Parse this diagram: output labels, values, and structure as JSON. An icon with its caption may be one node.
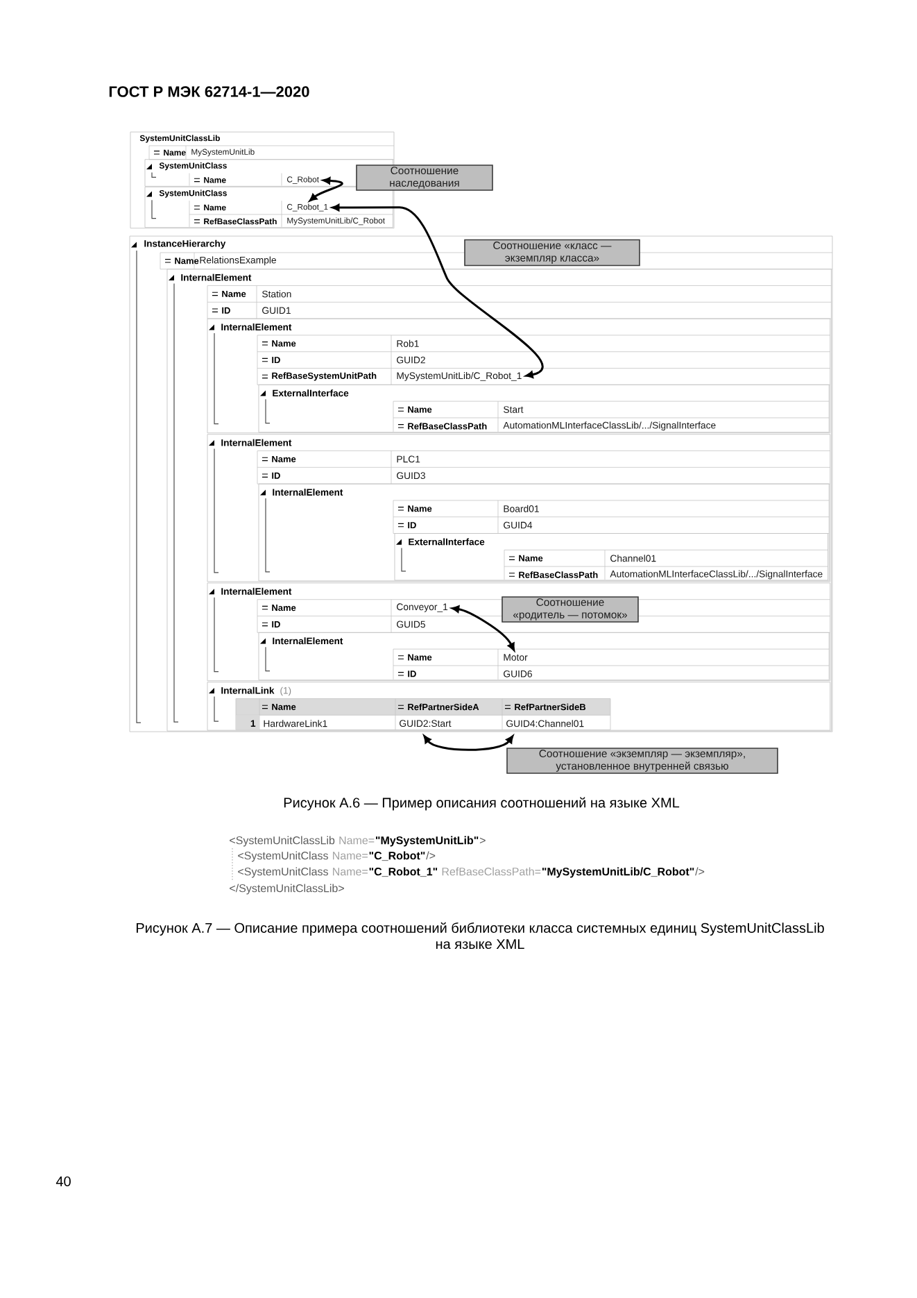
{
  "diagram": {
    "caption": "Рисунок А.6 — Пример описания соотношений на языке XML",
    "nodes": [
      {
        "text": [
          "SystemUnitClassLib"
        ]
      },
      {
        "text": [
          "SystemUnitClass"
        ],
        "in": 0
      },
      {
        "text": [
          "C_Robot"
        ],
        "in": 1
      },
      {
        "text": [
          "SystemUnitClass"
        ],
        "in": 0
      },
      {
        "text": [
          "C_Robot_1"
        ],
        "in": 3
      },
      {
        "text": [
          "Соотношение наследования"
        ]
      },
      {
        "text": [
          "InstanceHierarchy"
        ]
      },
      {
        "text": [
          "Соотношение «класс — экземпляр класса»"
        ],
        "in": 6
      },
      {
        "text": [
          "InternalElement"
        ],
        "in": 6
      },
      {
        "text": [
          "InternalElement"
        ],
        "in": 8
      },
      {
        "text": [
          "MySystemUnitLib/C_Robot_1"
        ],
        "in": 9
      },
      {
        "text": [
          "ExternalInterface"
        ],
        "in": 9
      },
      {
        "text": [
          "InternalElement"
        ],
        "in": 8
      },
      {
        "text": [
          "InternalElement"
        ],
        "in": 12
      },
      {
        "text": [
          "ExternalInterface"
        ],
        "in": 13
      },
      {
        "text": [
          "InternalElement"
        ],
        "in": 8
      },
      {
        "text": [
          "Conveyor_1"
        ],
        "in": 15
      },
      {
        "text": [
          "Соотношение «родитель — потомок»"
        ],
        "in": 15
      },
      {
        "text": [
          "InternalElement"
        ],
        "in": 15
      },
      {
        "text": [
          "Motor"
        ],
        "in": 18
      },
      {
        "text": [
          "InternalLink",
          "(1)"
        ],
        "in": 8
      },
      {
        "text": [
          "GUID2:Start"
        ],
        "in": 20
      },
      {
        "text": [
          "GUID4:Channel01"
        ],
        "in": 20
      },
      {
        "text": [
          "Соотношение «экземпляр — экземпляр», установленное внутренней связью"
        ]
      }
    ],
    "edges": [
      {
        "from": 2,
        "to": 4,
        "arrow": "both"
      },
      {
        "from": 4,
        "to": 10,
        "arrow": "both"
      },
      {
        "from": 16,
        "to": 19,
        "arrow": "both"
      },
      {
        "from": 21,
        "to": 22,
        "arrow": "both"
      }
    ],
    "labels": [
      "ГОСТ Р МЭК 62714-1—2020",
      "Name",
      "MySystemUnitLib",
      "Name",
      "Name",
      "RefBaseClassPath",
      "MySystemUnitLib/C_Robot",
      "Name",
      "RelationsExample",
      "Name",
      "Station",
      "ID",
      "GUID1",
      "Name",
      "Rob1",
      "ID",
      "GUID2",
      "RefBaseSystemUnitPath",
      "Name",
      "Start",
      "RefBaseClassPath",
      "AutomationMLInterfaceClassLib/.../SignalInterface",
      "Name",
      "PLC1",
      "ID",
      "GUID3",
      "Name",
      "Board01",
      "ID",
      "GUID4",
      "Name",
      "Channel01",
      "RefBaseClassPath",
      "AutomationMLInterfaceClassLib/.../SignalInterface",
      "Name",
      "ID",
      "GUID5",
      "Name",
      "ID",
      "GUID6",
      "Name",
      "RefPartnerSideA",
      "RefPartnerSideB",
      "1",
      "HardwareLink1",
      "<SystemUnitClassLib",
      "Name=",
      "\"MySystemUnitLib\"",
      ">",
      "<SystemUnitClass",
      "Name=",
      "\"C_Robot\"",
      "/>",
      "<SystemUnitClass",
      "Name=",
      "\"C_Robot_1\"",
      "RefBaseClassPath=",
      "\"MySystemUnitLib/C_Robot\"",
      "/>",
      "</SystemUnitClassLib>",
      "Рисунок А.7 — Описание примера соотношений библиотеки класса системных единиц SystemUnitClassLib на языке XML",
      "40"
    ]
  }
}
